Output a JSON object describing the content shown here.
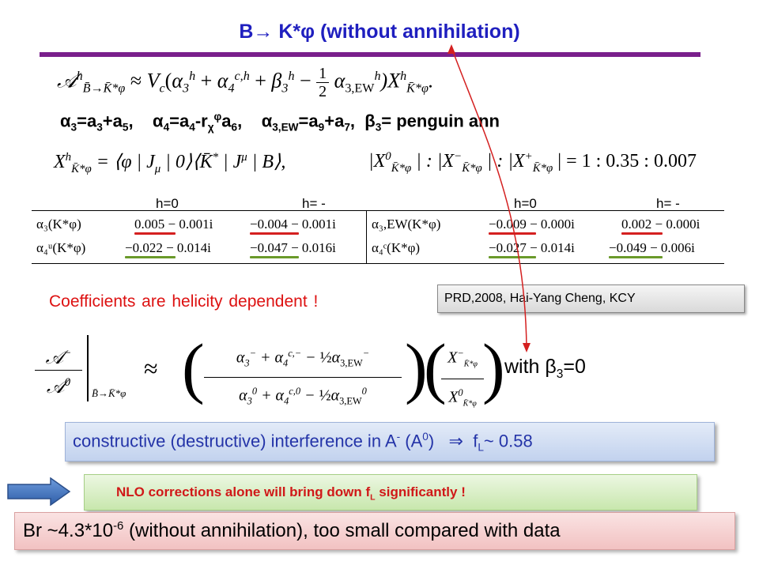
{
  "title": {
    "prefix": "B",
    "arrow": "→",
    "kstar": "K*φ",
    "rest": " (without annihilation)"
  },
  "eq_amplitude": {
    "lhs": "𝒜",
    "lhs_sup": "h",
    "lhs_sub": "B̄→K̄*φ",
    "approx": "≈",
    "vc": "V",
    "vc_sub": "c",
    "open": "(",
    "a3": "α",
    "a3_sub": "3",
    "a3_sup": "h",
    "plus1": "+",
    "a4": "α",
    "a4_sub": "4",
    "a4_sup": "c,h",
    "plus2": "+",
    "b3": "β",
    "b3_sub": "3",
    "b3_sup": "h",
    "minus": "−",
    "frac_num": "1",
    "frac_den": "2",
    "a3ew": "α",
    "a3ew_sub": "3,EW",
    "a3ew_sup": "h",
    "close": ")X",
    "x_sup": "h",
    "x_sub": "K̄*φ",
    "dot": "."
  },
  "definitions": {
    "d1_a": "α",
    "d1_sub": "3",
    "d1_rest": "=a",
    "d1_sub2": "3",
    "d1_rest2": "+a",
    "d1_sub3": "5",
    "d1_comma": ",",
    "d2_a": "α",
    "d2_sub": "4",
    "d2_rest": "=a",
    "d2_sub2": "4",
    "d2_rest2": "-r",
    "d2_sub3": "χ",
    "d2_sup3": "φ",
    "d2_rest3": "a",
    "d2_sub4": "6",
    "d2_comma": ",",
    "d3_a": "α",
    "d3_sub": "3,EW",
    "d3_rest": "=a",
    "d3_sub2": "9",
    "d3_rest2": "+a",
    "d3_sub3": "7",
    "d3_comma": ",",
    "d4_b": "β",
    "d4_sub": "3",
    "d4_rest": "= penguin ann"
  },
  "eq_matrix": {
    "x": "X",
    "x_sup": "h",
    "x_sub": "K̄*φ",
    "body": " = ⟨φ | J",
    "mu1": "μ",
    "mid": " | 0⟩⟨K̄",
    "star": "*",
    "mid2": " | J",
    "mu2": "μ",
    "end": " | B⟩,"
  },
  "eq_ratio": {
    "p1": "|X",
    "s1sup": "0",
    "s1sub": "K̄*φ",
    "p2": " | : |X",
    "s2sup": "−",
    "s2sub": "K̄*φ",
    "p3": " | : |X",
    "s3sup": "+",
    "s3sub": "K̄*φ",
    "p4": " | = 1 : 0.35 : 0.007"
  },
  "helicity_labels": [
    "h=0",
    "h= -",
    "h=0",
    "h= -"
  ],
  "table": {
    "left": [
      {
        "label": "α₃(K*φ)",
        "h0": "0.005 − 0.001i",
        "hm": "−0.004 − 0.001i"
      },
      {
        "label": "α₄ᵘ(K*φ)",
        "h0": "−0.022 − 0.014i",
        "hm": "−0.047 − 0.016i"
      }
    ],
    "right": [
      {
        "label": "α₃,EW(K*φ)",
        "h0": "−0.009 − 0.000i",
        "hm": "0.002 − 0.000i"
      },
      {
        "label": "α₄ᶜ(K*φ)",
        "h0": "−0.027 − 0.014i",
        "hm": "−0.049 − 0.006i"
      }
    ]
  },
  "coefficients_note": "Coefficients are helicity dependent !",
  "reference": "PRD,2008, Hai-Yang Cheng, KCY",
  "eq_ratio_amp": {
    "num": "𝒜",
    "num_sup": "−",
    "den": "𝒜",
    "den_sup": "0",
    "sub": "B̄→K̄*φ",
    "approx": "≈",
    "n_a3": "α",
    "n_a3_sub": "3",
    "n_a3_sup": "−",
    "n_p1": " + α",
    "n_a4_sub": "4",
    "n_a4_sup": "c,−",
    "n_m": " − ",
    "half": "½",
    "n_a3ew": "α",
    "n_a3ew_sub": "3,EW",
    "n_a3ew_sup": "−",
    "d_a3": "α",
    "d_a3_sub": "3",
    "d_a3_sup": "0",
    "d_p1": " + α",
    "d_a4_sub": "4",
    "d_a4_sup": "c,0",
    "d_m": " − ",
    "d_a3ew": "α",
    "d_a3ew_sub": "3,EW",
    "d_a3ew_sup": "0",
    "x_num": "X",
    "x_num_sup": "−",
    "x_sub": "K̄*φ",
    "x_den": "X",
    "x_den_sup": "0"
  },
  "with_note": {
    "text": "with ",
    "beta": "β",
    "sub": "3",
    "rest": "=0"
  },
  "constructive": {
    "text": "constructive (destructive) interference in A",
    "sup1": "-",
    "mid": " (A",
    "sup2": "0",
    "close": ")",
    "implies": "⇒",
    "f": "f",
    "fsub": "L",
    "val": "~ 0.58"
  },
  "nlo": {
    "text": "NLO corrections alone will bring down f",
    "sub": "L",
    "end": " significantly !"
  },
  "br": {
    "text": "Br ~4.3*10",
    "sup": "-6",
    "end": "  (without annihilation), too small compared with data"
  },
  "colors": {
    "title": "#1f1fbf",
    "rule": "#7a1f8c",
    "note": "#dd1111",
    "underline_red": "#d42020",
    "underline_green": "#6a9a2a",
    "connector": "#d42020"
  }
}
